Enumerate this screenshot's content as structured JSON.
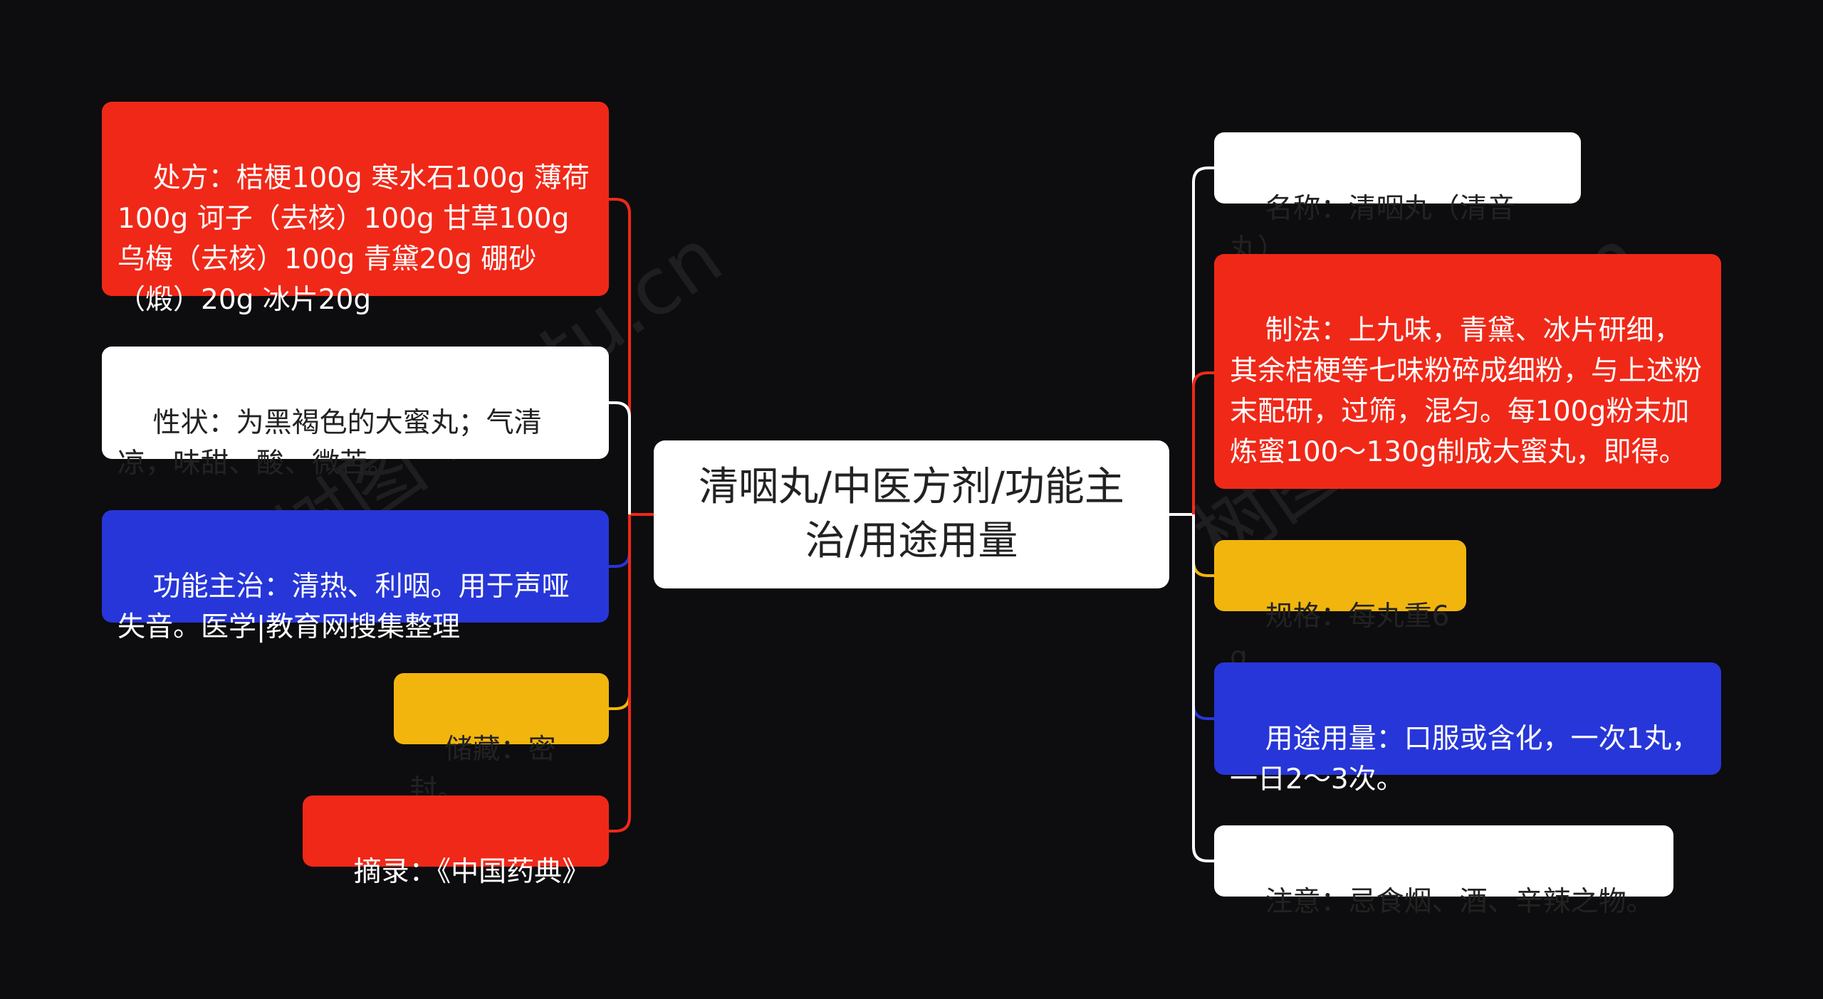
{
  "central": "清咽丸/中医方剂/功能主治/用途用量",
  "left_nodes": [
    {
      "id": "prescription",
      "text": "处方：桔梗100g 寒水石100g 薄荷100g 诃子（去核）100g 甘草100g 乌梅（去核）100g 青黛20g 硼砂（煅）20g 冰片20g",
      "color": "red"
    },
    {
      "id": "appearance",
      "text": "性状：为黑褐色的大蜜丸；气清凉，味甜、酸、微苦。",
      "color": "white"
    },
    {
      "id": "function",
      "text": "功能主治：清热、利咽。用于声哑失音。医学|教育网搜集整理",
      "color": "blue"
    },
    {
      "id": "storage",
      "text": "储藏：密封。",
      "color": "yellow"
    },
    {
      "id": "source",
      "text": "摘录：《中国药典》",
      "color": "red"
    }
  ],
  "right_nodes": [
    {
      "id": "name",
      "text": "名称：清咽丸（清音丸）",
      "color": "white"
    },
    {
      "id": "preparation",
      "text": "制法：上九味，青黛、冰片研细，其余桔梗等七味粉碎成细粉，与上述粉末配研，过筛，混匀。每100g粉末加炼蜜100～130g制成大蜜丸，即得。",
      "color": "red"
    },
    {
      "id": "spec",
      "text": "规格：每丸重6g",
      "color": "yellow"
    },
    {
      "id": "usage",
      "text": "用途用量：口服或含化，一次1丸，一日2～3次。",
      "color": "blue"
    },
    {
      "id": "caution",
      "text": "注意：忌食烟、酒、辛辣之物。",
      "color": "white"
    }
  ],
  "colors": {
    "background": "#0d0c0e",
    "red": "#f02818",
    "blue": "#2736d8",
    "yellow": "#f2b50d",
    "white": "#ffffff"
  },
  "watermark": "树图 shutu.cn"
}
